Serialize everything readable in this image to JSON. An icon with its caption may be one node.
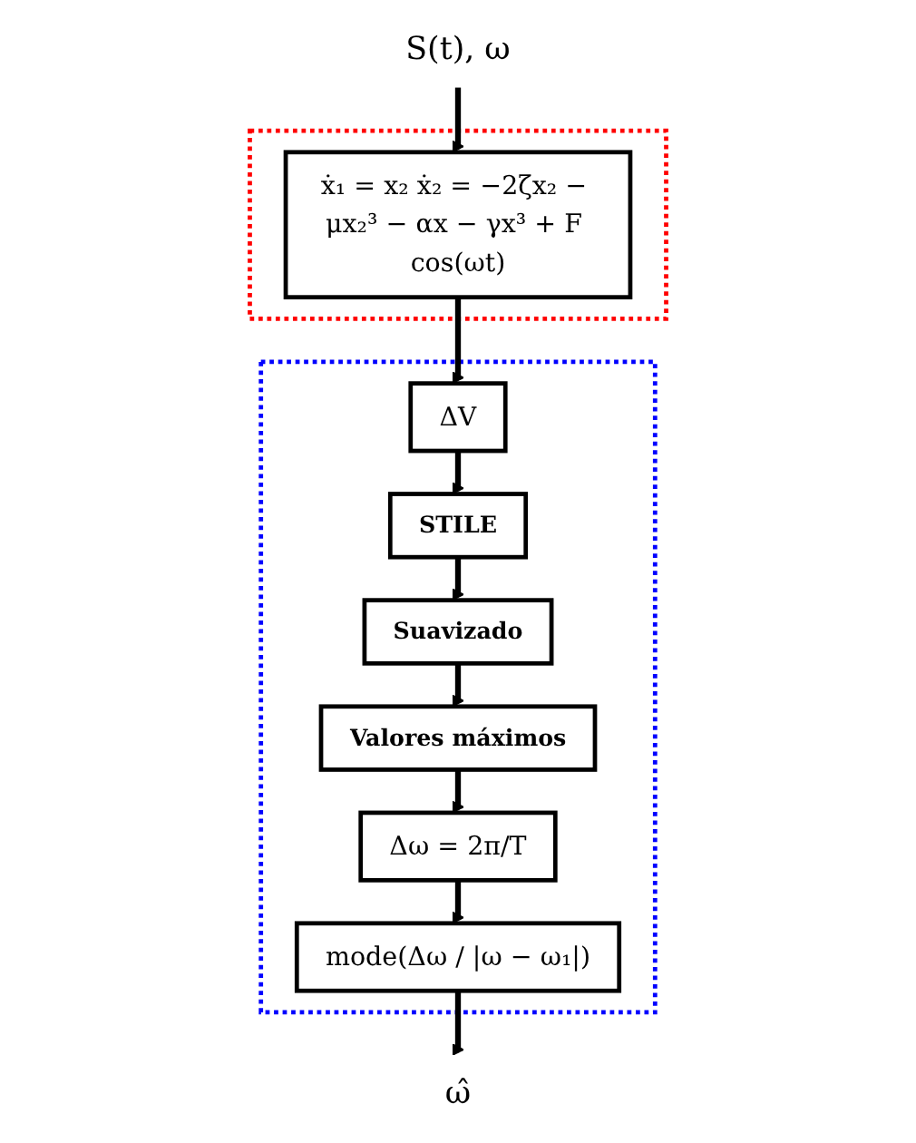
{
  "diagram": {
    "nodes": [
      {
        "text": [
          "S(t), ω"
        ]
      },
      {
        "text": [],
        "shape": "box"
      },
      {
        "text": [
          "ẋ₁ = x₂ ẋ₂ = −2ζx₂ − μx₂³ − αx − γx³ + F cos(ωt)"
        ],
        "in": 1
      },
      {
        "text": [],
        "shape": "box"
      },
      {
        "text": [
          "ΔV"
        ],
        "in": 3
      },
      {
        "text": [
          "STILE"
        ],
        "in": 3
      },
      {
        "text": [
          "Suavizado"
        ],
        "in": 3
      },
      {
        "text": [
          "Valores máximos"
        ],
        "in": 3
      },
      {
        "text": [
          "Δω = 2π/T"
        ],
        "in": 3
      },
      {
        "text": [
          "mode(Δω / |ω − ω₁|)"
        ],
        "in": 3
      },
      {
        "text": [
          "ω̂"
        ]
      }
    ],
    "edges": [
      {
        "from": 0,
        "to": 2,
        "arrow": "to"
      },
      {
        "from": 2,
        "to": 4,
        "arrow": "to"
      },
      {
        "from": 4,
        "to": 5,
        "arrow": "to"
      },
      {
        "from": 5,
        "to": 6,
        "arrow": "to"
      },
      {
        "from": 6,
        "to": 7,
        "arrow": "to"
      },
      {
        "from": 7,
        "to": 8,
        "arrow": "to"
      },
      {
        "from": 8,
        "to": 9,
        "arrow": "to"
      },
      {
        "from": 9,
        "to": 10,
        "arrow": "to"
      }
    ]
  }
}
